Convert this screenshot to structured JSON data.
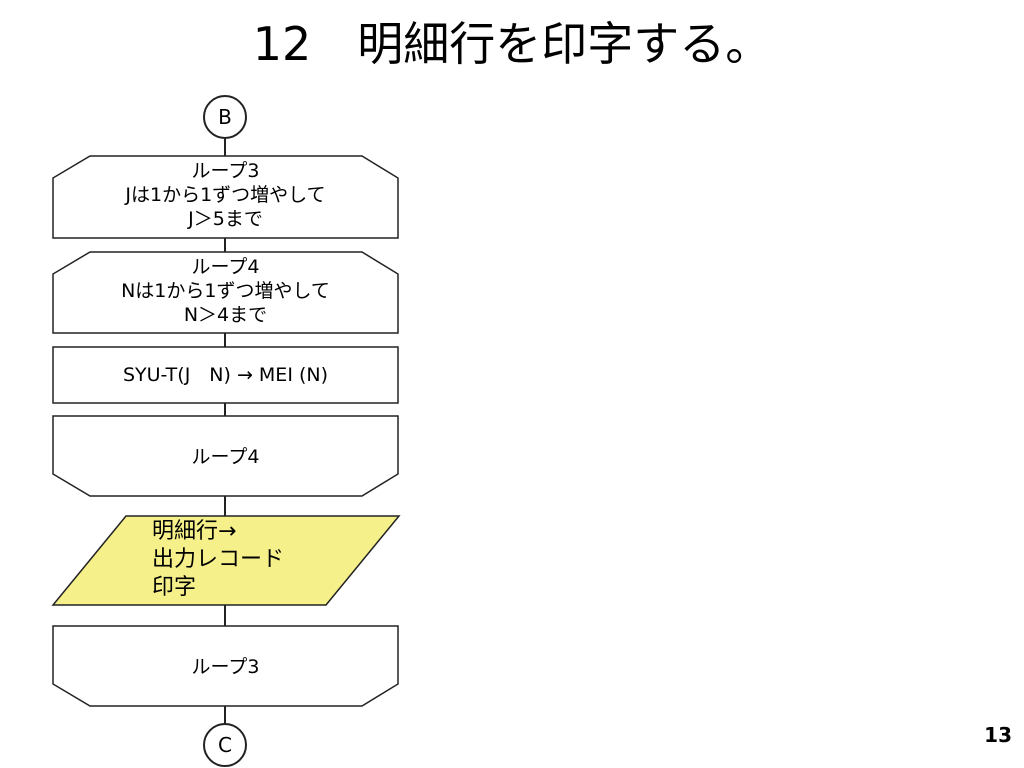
{
  "slide": {
    "title": "12　明細行を印字する。",
    "page_number": "13"
  },
  "flowchart": {
    "connector_top": "B",
    "loop3_start": [
      "ループ3",
      "Jは1から1ずつ増やして",
      "J＞5まで"
    ],
    "loop4_start": [
      "ループ4",
      "Nは1から1ずつ増やして",
      "N＞4まで"
    ],
    "process": "SYU-T(J　N) → MEI (N)",
    "loop4_end": "ループ4",
    "output": [
      "明細行→",
      "出力レコード",
      "印字"
    ],
    "loop3_end": "ループ3",
    "connector_bottom": "C"
  },
  "colors": {
    "io_fill": "#f5f08a",
    "line": "#222222",
    "box_fill": "#ffffff"
  }
}
